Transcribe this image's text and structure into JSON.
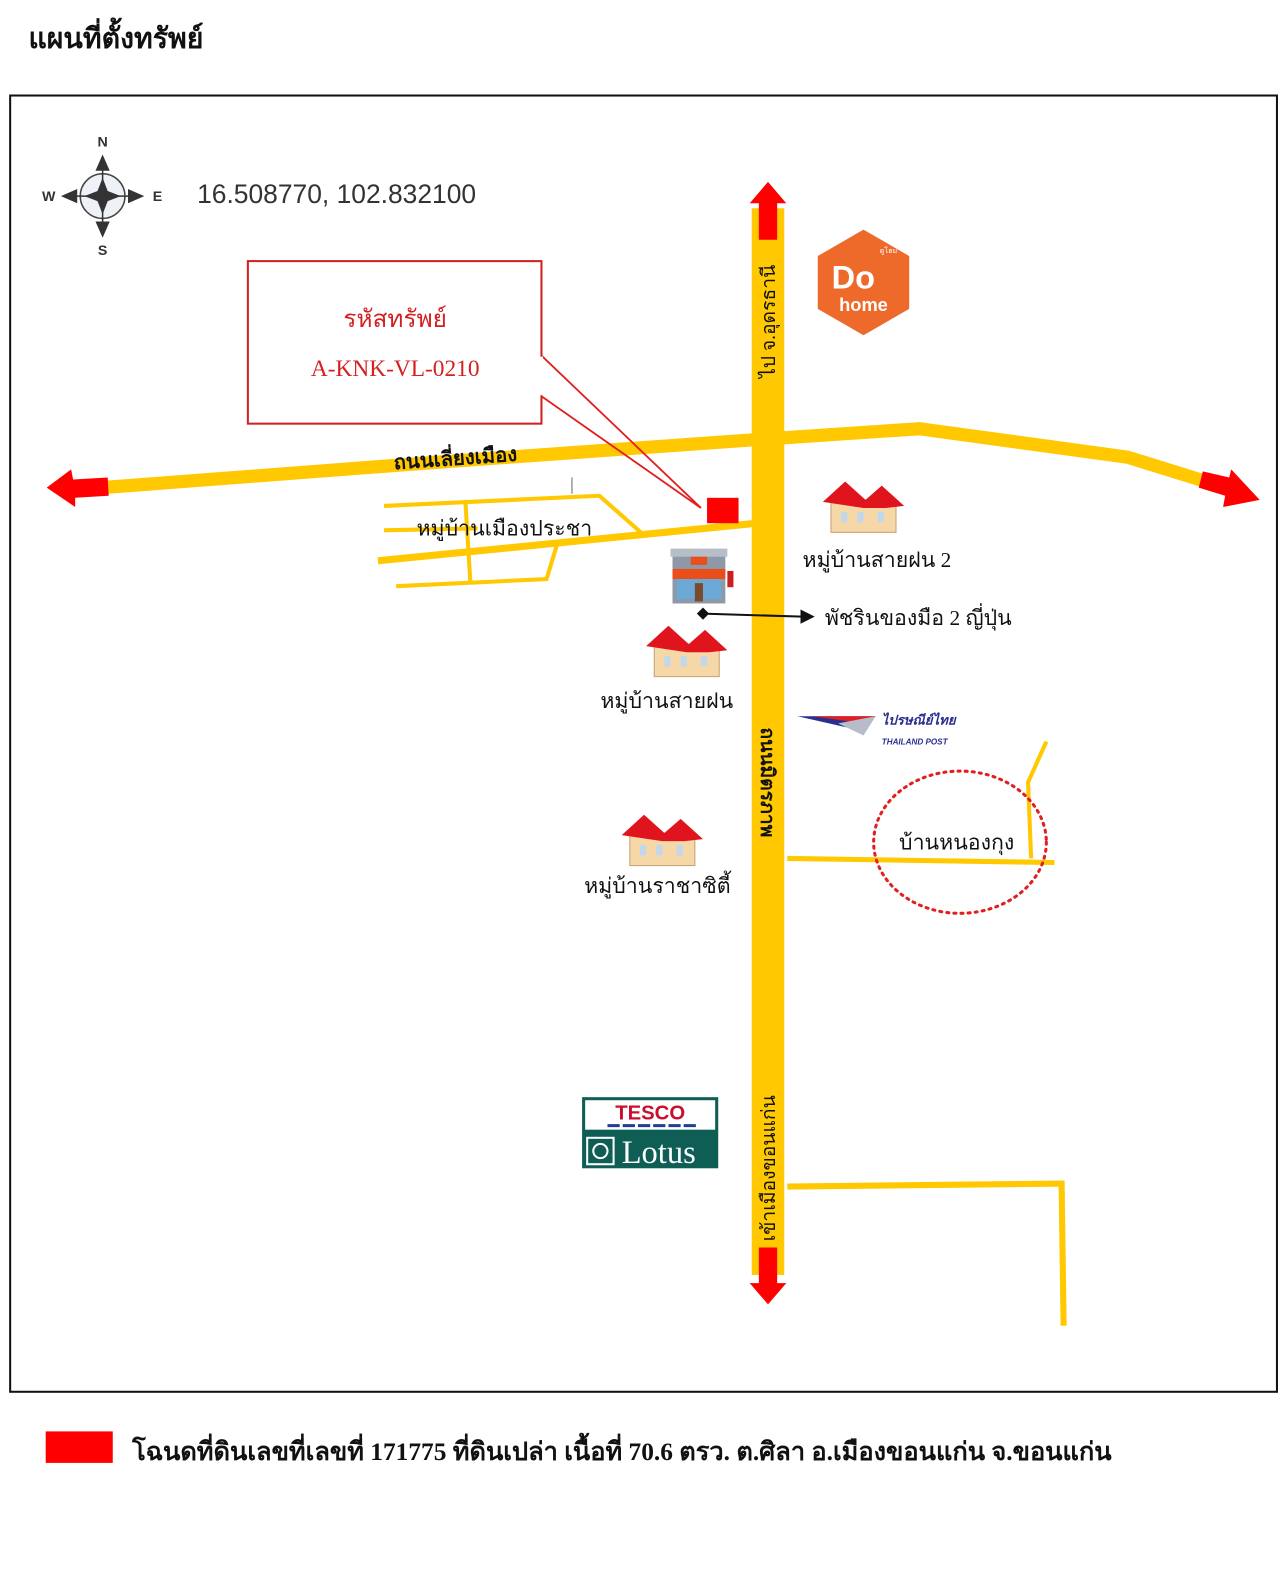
{
  "page_title": "แผนที่ตั้งทรัพย์",
  "coordinates": "16.508770, 102.832100",
  "compass": {
    "n": "N",
    "s": "S",
    "e": "E",
    "w": "W"
  },
  "callout": {
    "heading": "รหัสทรัพย์",
    "code": "A-KNK-VL-0210"
  },
  "roads": {
    "bypass": "ถนนเลี่ยงเมือง",
    "to_udon": "ไป จ.อุดรธานี",
    "mittraphap": "ถนนมิตรภาพ",
    "to_khonkaen": "เข้าเมืองขอนแก่น"
  },
  "places": {
    "mueang_pracha": "หมู่บ้านเมืองประชา",
    "saifon2": "หมู่บ้านสายฝน 2",
    "patcharin": "พัชรินของมือ 2 ญี่ปุ่น",
    "saifon": "หมู่บ้านสายฝน",
    "racha_city": "หมู่บ้านราชาซิตี้",
    "nong_kung": "บ้านหนองกุง"
  },
  "logos": {
    "dohome": {
      "thai": "ดูโฮม",
      "line1": "Do",
      "line2": "home"
    },
    "thailand_post": {
      "thai": "ไปรษณีย์ไทย",
      "english": "THAILAND POST"
    },
    "tesco": {
      "top": "TESCO",
      "bottom": "Lotus"
    }
  },
  "legend": {
    "text": "โฉนดที่ดินเลขที่เลขที่ 171775  ที่ดินเปล่า เนื้อที่ 70.6 ตรว. ต.ศิลา อ.เมืองขอนแก่น จ.ขอนแก่น",
    "color": "#FF0000"
  },
  "colors": {
    "road": "#FFC800",
    "arrow": "#FF0000",
    "dohome": "#EE6A2B",
    "tesco": "#0E5E55"
  }
}
